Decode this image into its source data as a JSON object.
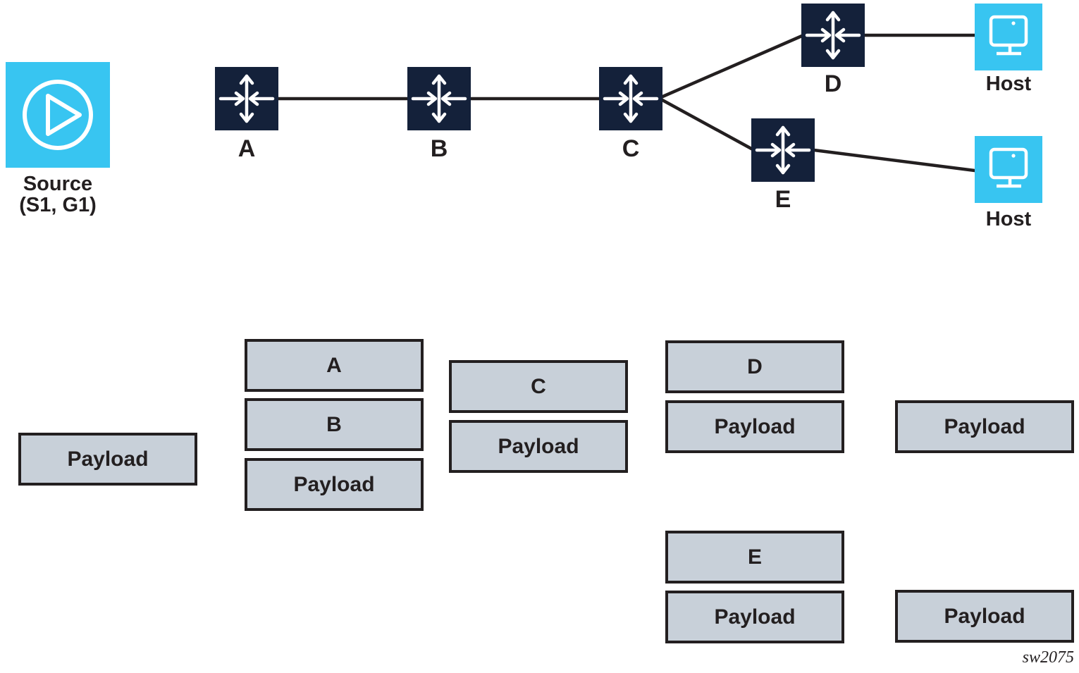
{
  "figure": {
    "code": "sw2075"
  },
  "colors": {
    "accent_cyan": "#38C5F1",
    "router_navy": "#14213A",
    "stack_fill": "#C8D0D9",
    "stack_border": "#231F20",
    "link_line": "#231F20",
    "text": "#231F20"
  },
  "nodes": {
    "source": {
      "line1": "Source",
      "line2": "(S1, G1)",
      "icon": "play-circle-icon"
    },
    "routers": [
      {
        "label": "A",
        "icon": "router-arrows-icon"
      },
      {
        "label": "B",
        "icon": "router-arrows-icon"
      },
      {
        "label": "C",
        "icon": "router-arrows-icon"
      },
      {
        "label": "D",
        "icon": "router-arrows-icon"
      },
      {
        "label": "E",
        "icon": "router-arrows-icon"
      }
    ],
    "hosts": [
      {
        "label": "Host",
        "icon": "monitor-icon"
      },
      {
        "label": "Host",
        "icon": "monitor-icon"
      }
    ]
  },
  "links": [
    {
      "from": "A",
      "to": "B"
    },
    {
      "from": "B",
      "to": "C"
    },
    {
      "from": "C",
      "to": "D"
    },
    {
      "from": "C",
      "to": "E"
    },
    {
      "from": "D",
      "to": "Host"
    },
    {
      "from": "E",
      "to": "Host"
    }
  ],
  "stacks": {
    "source_payload": {
      "0": "Payload"
    },
    "ab_stack": {
      "0": "A",
      "1": "B",
      "2": "Payload"
    },
    "c_stack": {
      "0": "C",
      "1": "Payload"
    },
    "d_stack": {
      "0": "D",
      "1": "Payload"
    },
    "d_host_payload": {
      "0": "Payload"
    },
    "e_stack": {
      "0": "E",
      "1": "Payload"
    },
    "e_host_payload": {
      "0": "Payload"
    }
  }
}
